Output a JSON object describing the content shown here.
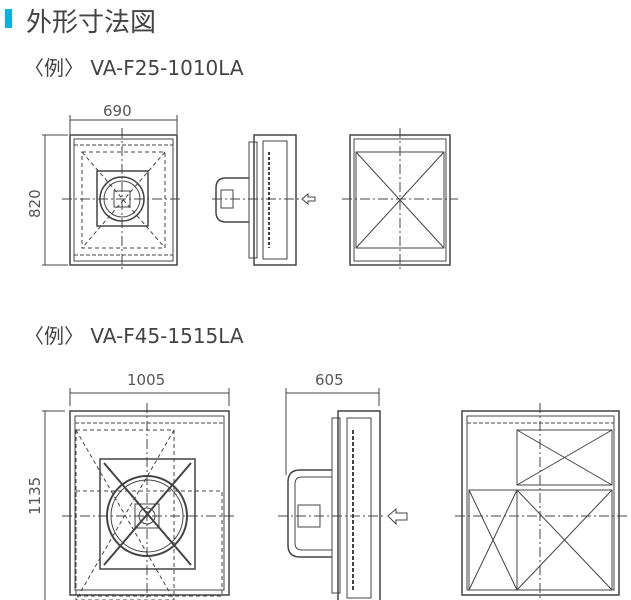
{
  "heading": {
    "title": "外形寸法図",
    "accent_color": "#00b4e6"
  },
  "examples": [
    {
      "label": "〈例〉 VA-F25-1010LA",
      "dims": {
        "width": "690",
        "height": "820"
      }
    },
    {
      "label": "〈例〉 VA-F45-1515LA",
      "dims": {
        "width": "1005",
        "height": "1135",
        "depth": "605"
      }
    }
  ]
}
